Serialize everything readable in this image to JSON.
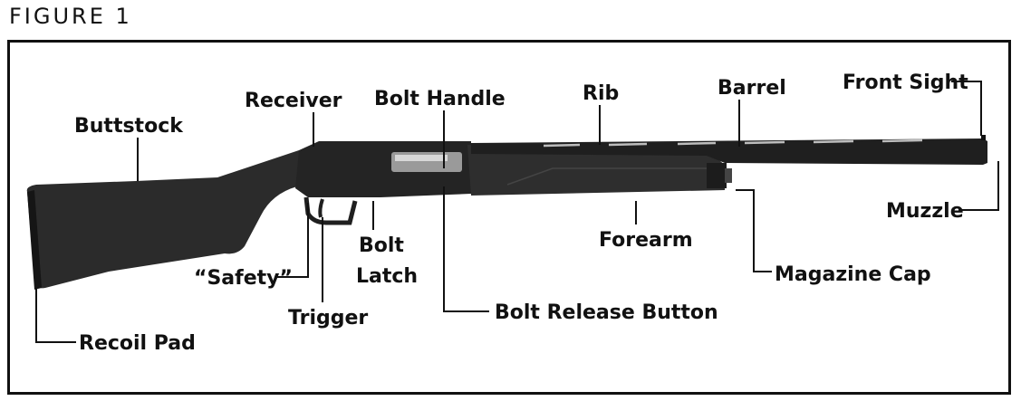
{
  "figure_title": "FIGURE 1",
  "labels": {
    "buttstock": "Buttstock",
    "receiver": "Receiver",
    "bolt_handle": "Bolt Handle",
    "rib": "Rib",
    "barrel": "Barrel",
    "front_sight": "Front Sight",
    "muzzle": "Muzzle",
    "forearm": "Forearm",
    "magazine_cap": "Magazine Cap",
    "bolt_latch_line1": "Bolt",
    "bolt_latch_line2": "Latch",
    "safety": "“Safety”",
    "trigger": "Trigger",
    "bolt_release_button": "Bolt Release Button",
    "recoil_pad": "Recoil Pad"
  },
  "colors": {
    "gun_body": "#2b2b2b",
    "gun_dark": "#1a1a1a",
    "line": "#111111"
  }
}
